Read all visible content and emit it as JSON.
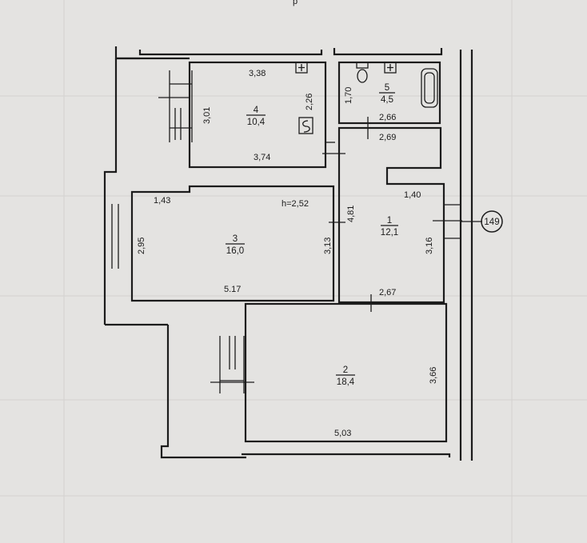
{
  "header_fragment": "р",
  "height_label": "h=2,52",
  "building_number": "149",
  "rooms": [
    {
      "number": "1",
      "area": "12,1"
    },
    {
      "number": "2",
      "area": "18,4"
    },
    {
      "number": "3",
      "area": "16,0"
    },
    {
      "number": "4",
      "area": "10,4"
    },
    {
      "number": "5",
      "area": "4,5"
    }
  ],
  "dims": {
    "r4_top": "3,38",
    "r4_bottom": "3,74",
    "r4_left": "3,01",
    "r4_inner": "2,26",
    "r5_left": "1,70",
    "r5_bottom": "2,66",
    "r1_top": "2,69",
    "r1_right_top": "1,40",
    "r1_left": "4,81",
    "r1_right": "3,16",
    "r1_bottom": "2,67",
    "r3_top": "1,43",
    "r3_left": "2,95",
    "r3_right": "3,13",
    "r3_bottom": "5.17",
    "r2_right": "3,66",
    "r2_bottom": "5,03"
  }
}
